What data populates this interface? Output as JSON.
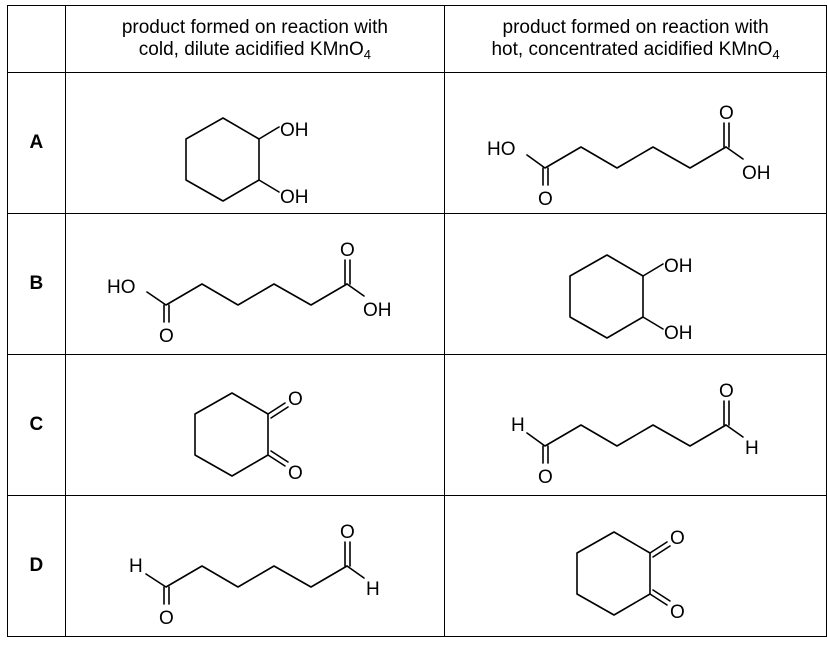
{
  "table": {
    "header_col1_line1": "product formed on reaction with",
    "header_col1_line2": "cold, dilute acidified KMnO",
    "header_col2_line1": "product formed on reaction with",
    "header_col2_line2": "hot, concentrated acidified KMnO",
    "subscript": "4",
    "rows": [
      {
        "label": "A",
        "cold": "cyclohexane-1,2-diol",
        "hot": "hexanedioic acid"
      },
      {
        "label": "B",
        "cold": "hexanedioic acid",
        "hot": "cyclohexane-1,2-diol"
      },
      {
        "label": "C",
        "cold": "cyclohexane-1,2-dione",
        "hot": "hexanedial"
      },
      {
        "label": "D",
        "cold": "hexanedial",
        "hot": "cyclohexane-1,2-dione"
      }
    ]
  },
  "atoms": {
    "oh": "OH",
    "ho": "HO",
    "o": "O",
    "h": "H"
  }
}
